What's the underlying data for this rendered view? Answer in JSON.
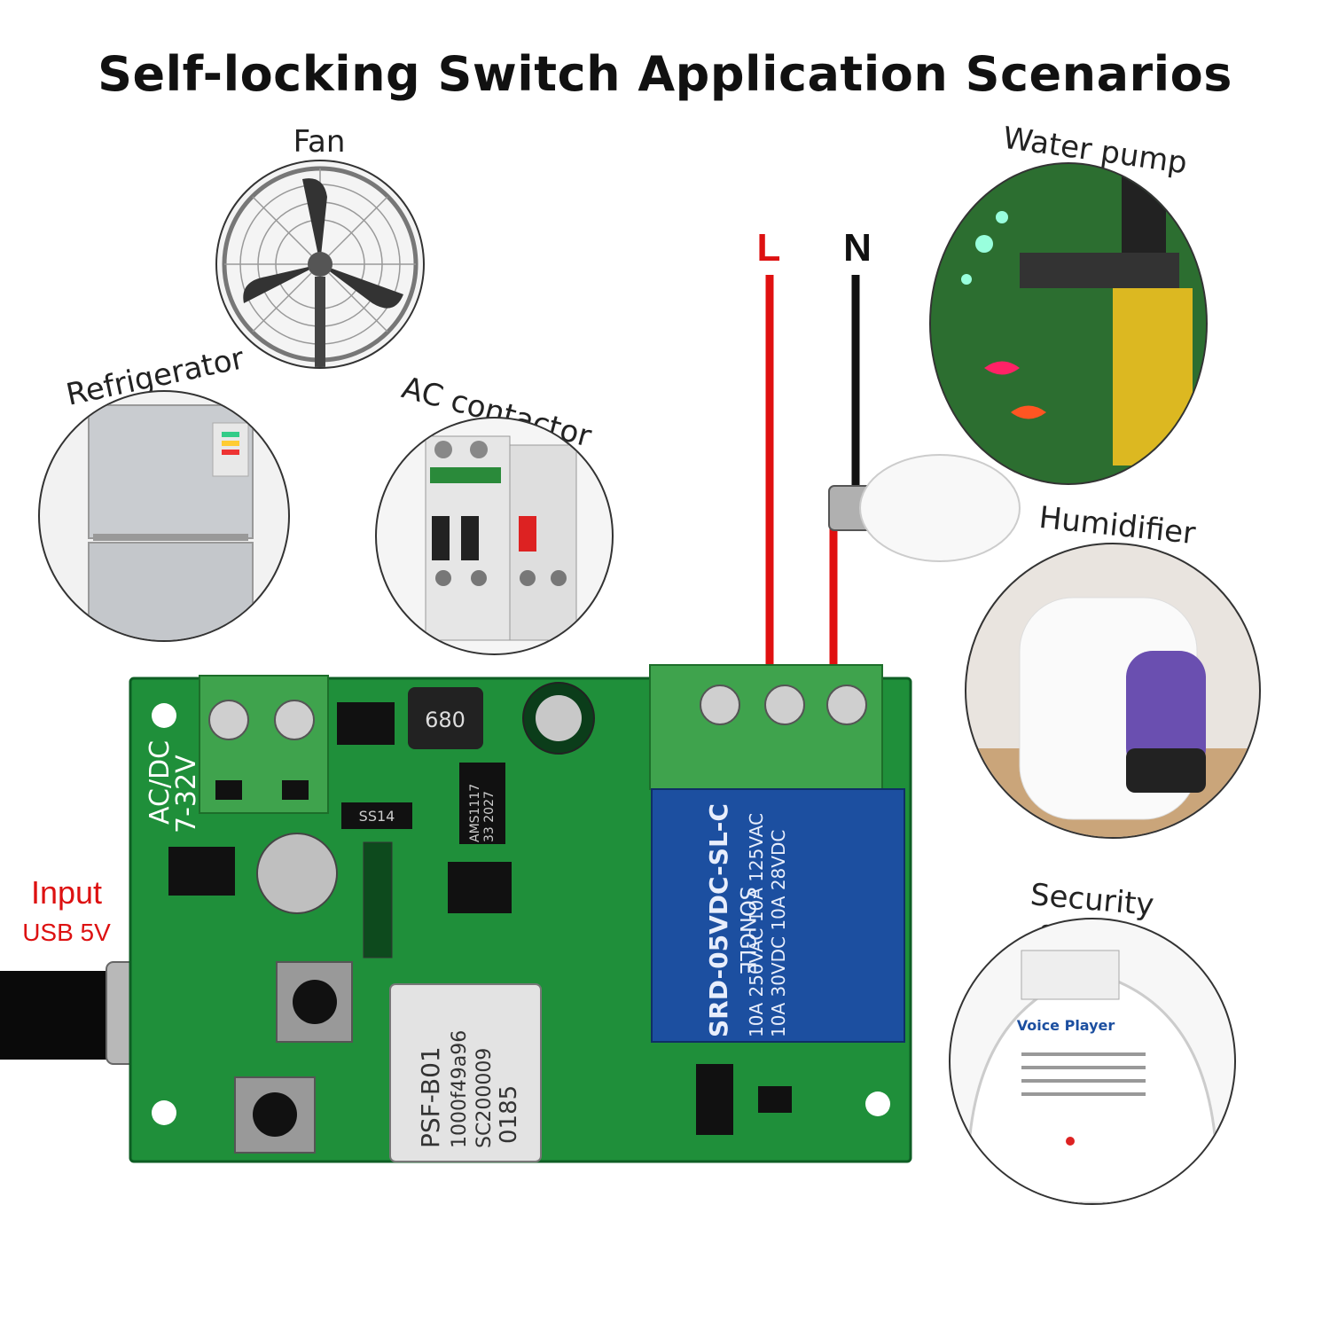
{
  "title": "Self-locking Switch Application Scenarios",
  "labels": {
    "fan": "Fan",
    "refrigerator": "Refrigerator",
    "ac_contactor": "AC contactor",
    "water_pump": "Water pump",
    "humidifier": "Humidifier",
    "security_sensor": "Security sensor",
    "wire_l": "L",
    "wire_n": "N",
    "input_line1": "Input",
    "input_line2": "USB 5V"
  },
  "board": {
    "terminal_label_1": "AC/DC",
    "terminal_label_2": "7-32V",
    "inductor": "680",
    "regulator_1": "AMS1117",
    "regulator_2": "33 2027",
    "diode": "SS14",
    "module_1": "PSF-B01",
    "module_2": "1000f49a96",
    "module_3": "SC200009",
    "module_4": "0185",
    "relay_1": "10A 250VAC  10A 125VAC",
    "relay_2": "10A 30VDC   10A 28VDC",
    "relay_3": "SRD-05VDC-SL-C",
    "relay_brand": "SONGLE",
    "sensor_text": "Voice Player"
  },
  "colors": {
    "pcb": "#1f8f3a",
    "terminal": "#3fa34d",
    "relay": "#1c4fa0",
    "wire_red": "#e01010",
    "wire_black": "#111111"
  }
}
